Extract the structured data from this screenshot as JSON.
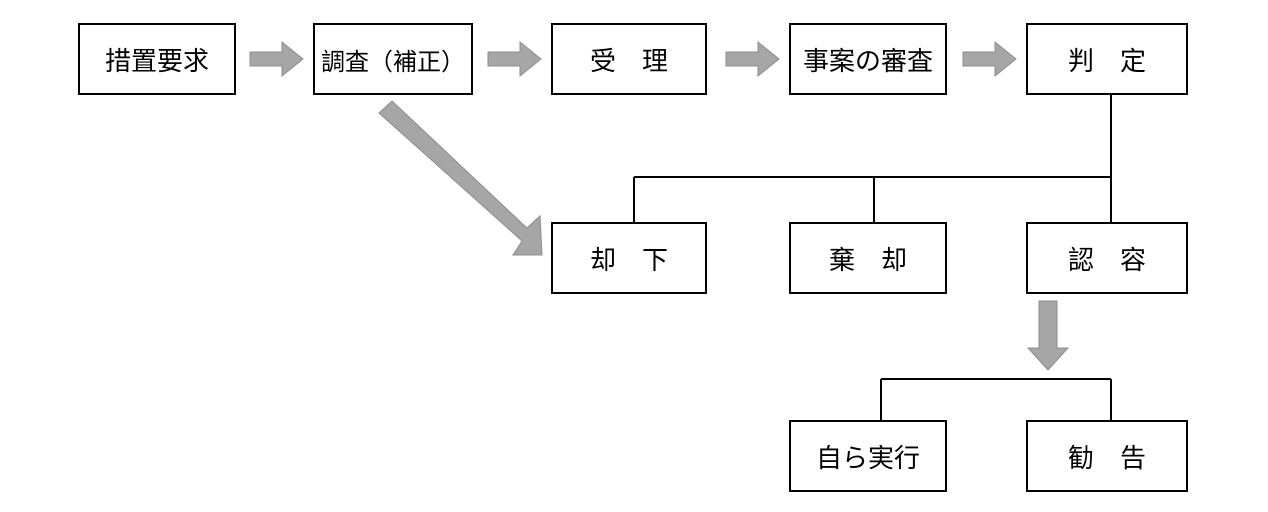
{
  "boxes": {
    "sochi_yokyu": "措置要求",
    "chosa_hosei": "調査（補正）",
    "juri": "受　理",
    "jian_shinsa": "事案の審査",
    "hantei": "判　定",
    "kyakka": "却　下",
    "kikyaku": "棄　却",
    "ninyo": "認　容",
    "mizukara_jikko": "自ら実行",
    "kankoku": "勧　告"
  },
  "colors": {
    "box_border": "#000000",
    "line": "#000000",
    "arrow_fill": "#a6a6a6",
    "arrow_stroke": "#8c8c8c"
  }
}
